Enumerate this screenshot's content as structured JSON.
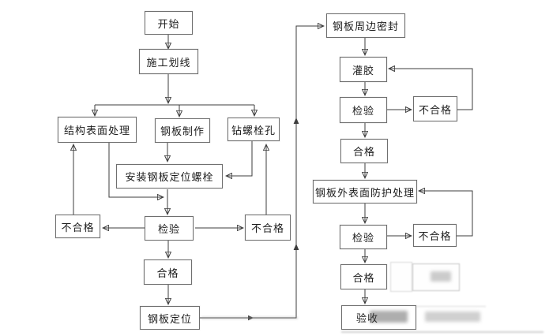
{
  "diagram": {
    "type": "flowchart",
    "language": "zh-CN",
    "nodes": {
      "start": "开始",
      "marking": "施工划线",
      "surface_treatment": "结构表面处理",
      "plate_fabrication": "钢板制作",
      "drill_bolt_holes": "钻螺栓孔",
      "install_bolts": "安装钢板定位螺栓",
      "inspection_left": "检验",
      "unqualified_left": "不合格",
      "unqualified_drill": "不合格",
      "qualified_left": "合格",
      "plate_positioning": "钢板定位",
      "edge_sealing": "钢板周边密封",
      "glue_injection": "灌胶",
      "inspection_glue": "检验",
      "unqualified_glue": "不合格",
      "qualified_glue": "合格",
      "surface_protection": "钢板外表面防护处理",
      "inspection_protection": "检验",
      "unqualified_protection": "不合格",
      "qualified_protection": "合格",
      "acceptance": "验收"
    },
    "flow": [
      "开始 → 施工划线",
      "施工划线 → 结构表面处理 / 钢板制作 / 钻螺栓孔",
      "钢板制作 → 安装钢板定位螺栓",
      "钻螺栓孔 → 安装钢板定位螺栓",
      "结构表面处理 → 检验",
      "安装钢板定位螺栓 → 检验",
      "检验 → 不合格(左) → 结构表面处理",
      "检验 → 不合格(右) → 钻螺栓孔",
      "检验 → 合格 → 钢板定位 → 钢板周边密封",
      "钢板周边密封 → 灌胶 → 检验",
      "检验 → 不合格 → 灌胶",
      "检验 → 合格 → 钢板外表面防护处理 → 检验",
      "检验 → 不合格 → 钢板外表面防护处理",
      "检验 → 合格 → 验收"
    ],
    "colors": {
      "background": "#ffffff",
      "box_border": "#6f6f6f",
      "line": "#3c3c3c",
      "text": "#1c1c1c"
    }
  }
}
